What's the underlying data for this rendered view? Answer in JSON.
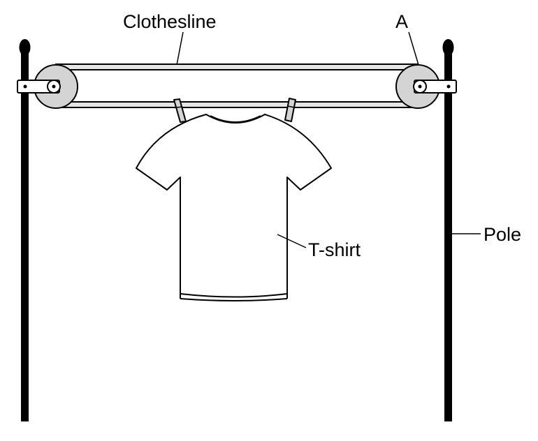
{
  "labels": {
    "clothesline": "Clothesline",
    "point_a": "A",
    "tshirt": "T-shirt",
    "pole": "Pole"
  },
  "colors": {
    "line": "#000000",
    "pulley": "#d4d4d4",
    "clothesline_fill": "#e6e6e6",
    "background": "#ffffff"
  }
}
